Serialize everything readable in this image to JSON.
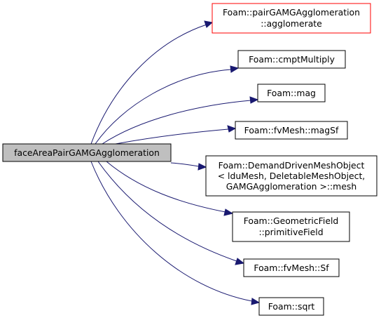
{
  "graph": {
    "root": {
      "label": "faceAreaPairGAMGAgglomeration"
    },
    "nodes": [
      {
        "id": "pair-agglomerate",
        "lines": [
          "Foam::pairGAMGAgglomeration",
          "::agglomerate"
        ]
      },
      {
        "id": "cmptmultiply",
        "lines": [
          "Foam::cmptMultiply"
        ]
      },
      {
        "id": "mag",
        "lines": [
          "Foam::mag"
        ]
      },
      {
        "id": "magsf",
        "lines": [
          "Foam::fvMesh::magSf"
        ]
      },
      {
        "id": "mesh",
        "lines": [
          "Foam::DemandDrivenMeshObject",
          "< lduMesh, DeletableMeshObject,",
          "GAMGAgglomeration >::mesh"
        ]
      },
      {
        "id": "primitivefield",
        "lines": [
          "Foam::GeometricField",
          "::primitiveField"
        ]
      },
      {
        "id": "sf",
        "lines": [
          "Foam::fvMesh::Sf"
        ]
      },
      {
        "id": "sqrt",
        "lines": [
          "Foam::sqrt"
        ]
      }
    ],
    "colors": {
      "edge": "#191970",
      "root_fill": "#bfbfbf",
      "highlight_border": "#ff0000",
      "border": "#000000"
    }
  }
}
